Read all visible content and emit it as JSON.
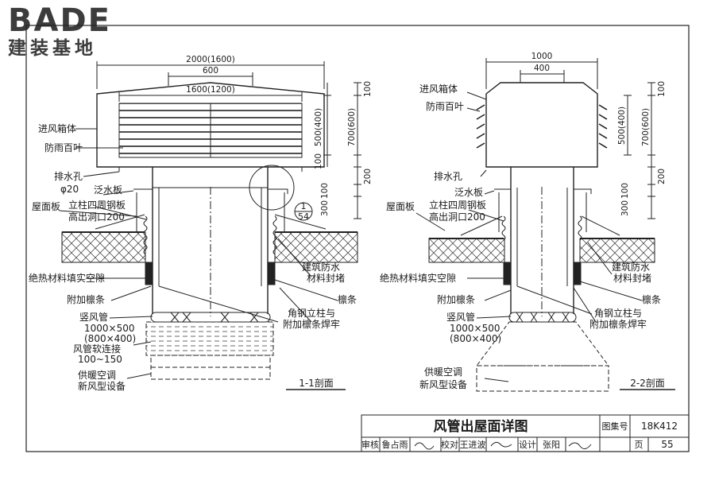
{
  "logo": {
    "brand": "BADE",
    "subtitle": "建装基地"
  },
  "left": {
    "dims": {
      "top_outer": "2000(1600)",
      "top_600": "600",
      "inner_1600": "1600(1200)",
      "r100": "100",
      "r500": "500(400)",
      "r700": "700(600)",
      "r100b": "100",
      "r200": "200",
      "r100c": "100",
      "r300": "300"
    },
    "labels": {
      "box": "进风箱体",
      "louver": "防雨百叶",
      "drain": "排水孔",
      "drain_dia": "φ20",
      "flashing": "泛水板",
      "roof": "屋面板",
      "steel1": "立柱四周钢板",
      "steel2": "高出洞口200",
      "insul": "绝热材料填实空隙",
      "purlin_add": "附加檩条",
      "duct": "竖风管",
      "duct_size1": "1000×500",
      "duct_size2": "(800×400)",
      "soft1": "风管软连接",
      "soft2": "100~150",
      "equip1": "供暖空调",
      "equip2": "新风型设备",
      "seal1": "建筑防水",
      "seal2": "材料封堵",
      "purlin": "檩条",
      "angle1": "角钢立柱与",
      "angle2": "附加檩条焊牢",
      "detail_num": "1",
      "detail_sheet": "54",
      "section": "1-1剖面"
    }
  },
  "right": {
    "dims": {
      "top_1000": "1000",
      "top_400": "400",
      "r100": "100",
      "r500": "500(400)",
      "r700": "700(600)",
      "r200": "200",
      "r100b": "100",
      "r300": "300"
    },
    "labels": {
      "box": "进风箱体",
      "louver": "防雨百叶",
      "drain": "排水孔",
      "flashing": "泛水板",
      "roof": "屋面板",
      "steel1": "立柱四周钢板",
      "steel2": "高出洞口200",
      "insul": "绝热材料填实空隙",
      "purlin_add": "附加檩条",
      "duct": "竖风管",
      "duct_size1": "1000×500",
      "duct_size2": "(800×400)",
      "equip1": "供暖空调",
      "equip2": "新风型设备",
      "seal1": "建筑防水",
      "seal2": "材料封堵",
      "purlin": "檩条",
      "angle1": "角钢立柱与",
      "angle2": "附加檩条焊牢",
      "section": "2-2剖面"
    }
  },
  "titleblock": {
    "title": "风管出屋面详图",
    "atlas_label": "图集号",
    "atlas_no": "18K412",
    "review": "审核",
    "reviewer": "鲁占雨",
    "check": "校对",
    "checker": "王进波",
    "design": "设计",
    "designer": "张阳",
    "page_label": "页",
    "page_no": "55"
  }
}
